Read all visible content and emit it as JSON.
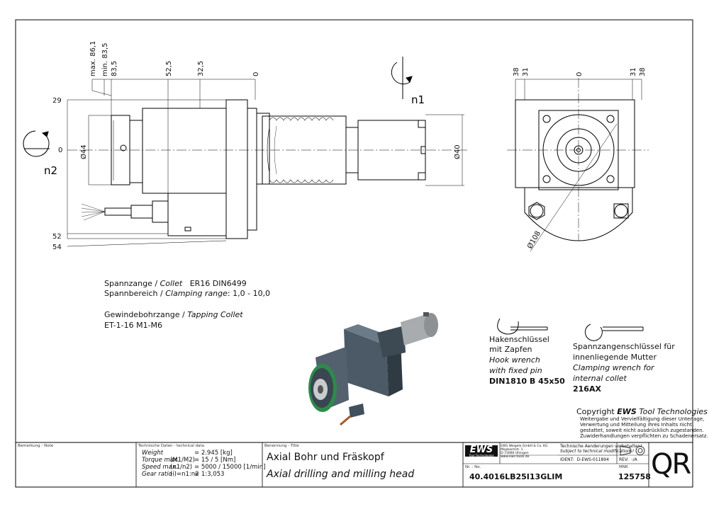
{
  "drawing": {
    "dimensions_side": [
      "max. 86,1",
      "min. 83,5",
      "83,5",
      "52,5",
      "32,5",
      "0"
    ],
    "dimensions_left": [
      "29",
      "0",
      "52",
      "54"
    ],
    "dia_44": "Ø44",
    "dia_40": "Ø40",
    "n1": "n1",
    "n2": "n2",
    "dimensions_front": [
      "38",
      "31",
      "0",
      "31",
      "38"
    ],
    "dia_108": "Ø108"
  },
  "specs": {
    "line1_de": "Spannzange / ",
    "line1_en": "Collet",
    "line1_val": "ER16    DIN6499",
    "line2_de": "Spannbereich / ",
    "line2_en": "Clamping range",
    "line2_val": ": 1,0  -  10,0",
    "line3_de": "Gewindebohrzange / ",
    "line3_en": "Tapping Collet",
    "line4": "ET-1-16    M1-M6"
  },
  "hook_wrench": {
    "de1": "Hakenschlüssel",
    "de2": "mit Zapfen",
    "en1": "Hook wrench",
    "en2": "with fixed pin",
    "code": "DIN1810 B 45x50"
  },
  "clamp_wrench": {
    "de1": "Spannzangenschlüssel für",
    "de2": "innenliegende Mutter",
    "en1": "Clamping wrench for",
    "en2": "internal collet",
    "code": "216AX"
  },
  "copyright": {
    "prefix": "Copyright ",
    "brand": "EWS",
    "suffix": " Tool Technologies",
    "l1": "Weitergabe und Vervielfältigung dieser Unterlage,",
    "l2": "Verwertung und Mitteilung ihres Inhalts nicht",
    "l3": "gestattet, soweit nicht ausdrücklich zugestanden.",
    "l4": "Zuwiderhandlungen verpflichten zu Schadenersatz."
  },
  "titleblock": {
    "remark_label": "Bemerkung - Note",
    "tech_label": "Technische Daten - technical data",
    "weight_label": "Weight",
    "weight_val": "=  2.945 [kg]",
    "torque_label": "Torque max.",
    "torque_sub": "(M1/M2)",
    "torque_val": "=  15  /  5 [Nm]",
    "speed_label": "Speed max.",
    "speed_sub": "(n1/n2)",
    "speed_val": "=  5000  /  15000 [1/min]",
    "ratio_label": "Gear ratio",
    "ratio_sub": "(i)=n1:n2",
    "ratio_val": "=  1:3,053",
    "name_label": "Benennung - Title",
    "title_de": "Axial Bohr und Fräskopf",
    "title_en": "Axial drilling and milling head",
    "logo": "EWS",
    "logo_sub": "Tool Technologies",
    "company1": "EWS Weigele GmbH & Co. KG",
    "company2": "Maybachstr. 1",
    "company3": "D-73066 Uhingen",
    "company4": "www.ews-tools.de",
    "change1": "Technische Aenderungen vorbehalten!",
    "change2": "Subject to technical modifications!",
    "ident_label": "IDENT:",
    "ident_val": "D-EWS-011894",
    "rev_label": "REV:",
    "rev_val": "-/A",
    "nr_label": "Nr. - No.",
    "part_no": "40.4016LB25I13GLIM",
    "mnr_label": "MNR",
    "mnr_val": "125758",
    "qr": "QR"
  }
}
